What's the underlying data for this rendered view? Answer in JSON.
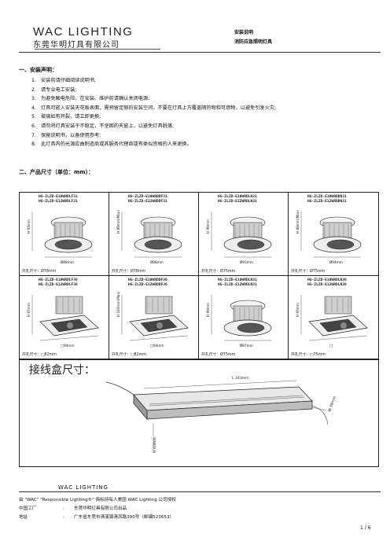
{
  "header": {
    "logo_en": "WAC LIGHTING",
    "logo_cn": "东莞华明灯具有限公司",
    "doc_title": "安装说明",
    "doc_subtitle": "消防应急照明灯具"
  },
  "section1": {
    "title": "一、安装声明：",
    "notes": [
      {
        "num": "1.",
        "text": "安装前请仔细阅读说明书;"
      },
      {
        "num": "2.",
        "text": "请专业电工安装;"
      },
      {
        "num": "3.",
        "text": "为避免触电危险，在安装、维护前请确认关闭电源;"
      },
      {
        "num": "4.",
        "text": "灯具可嵌入安装天花板表面，需预留足够的安装空间，不要在灯具上方覆盖隔热物和可燃物，以避免引发火灾;"
      },
      {
        "num": "5.",
        "text": "玻璃如有开裂，请立即更换;"
      },
      {
        "num": "6.",
        "text": "请勿将灯具安装于不稳定，不坚固的天窗上，以避免灯具脱落;"
      },
      {
        "num": "7.",
        "text": "保留说明书，以备使用参考;"
      },
      {
        "num": "8.",
        "text": "此灯具内的光源应由制造商或其服务代理商或有类似资格的人来更换。"
      }
    ]
  },
  "section2": {
    "title": "二、产品尺寸（单位：mm）："
  },
  "products": [
    {
      "models": [
        "HG-ZLZD-E10WRDLF31",
        "HG-ZLZD-E12WRDLF31"
      ],
      "cutout": "开孔尺寸：Ø78mm",
      "dims": [
        "H 93mm",
        "Ø88mm"
      ],
      "shape": "round"
    },
    {
      "models": [
        "HG-ZLZD-E10WRDDF31",
        "HG-ZLZD-E12WRDDF31"
      ],
      "cutout": "开孔尺寸：Ø78mm",
      "dims": [
        "H 89mm(Max)",
        "Ø88mm"
      ],
      "shape": "round"
    },
    {
      "models": [
        "HG-ZLZD-E10WRDLN31",
        "HG-ZLZD-E12WRDLN31"
      ],
      "cutout": "开孔尺寸：Ø75mm",
      "dims": [
        "H 99mm",
        "Ø93mm"
      ],
      "shape": "roundtilt"
    },
    {
      "models": [
        "HG-ZLZD-E10WRDDN31",
        "HG-ZLZD-E12WRDDN31"
      ],
      "cutout": "开孔尺寸：Ø75mm",
      "dims": [
        "H 88mm(Max)",
        "Ø94mm"
      ],
      "shape": "roundtilt"
    },
    {
      "models": [
        "HG-ZLZD-E10WRDLF36",
        "HG-ZLZD-E12WRDLF36"
      ],
      "cutout": "开孔尺寸：□82mm",
      "dims": [
        "H 97mm",
        "□94mm"
      ],
      "shape": "square"
    },
    {
      "models": [
        "HG-ZLZD-E10WRDDF36",
        "HG-ZLZD-E12WRDDF36"
      ],
      "cutout": "开孔尺寸：□82mm",
      "dims": [
        "H 103mm(Max)",
        "□94mm"
      ],
      "shape": "square"
    },
    {
      "models": [
        "HG-ZLZD-E10WRDLN31",
        "HG-ZLZD-E12WRDLN31"
      ],
      "cutout": "开孔尺寸：Ø75mm",
      "dims": [
        "H 99mm",
        "Ø87mm"
      ],
      "shape": "roundtilt"
    },
    {
      "models": [
        "HG-ZLZD-E10WRDLN36",
        "HG-ZLZD-E12WRDLN36"
      ],
      "cutout": "开孔尺寸：□75mm",
      "dims": [
        "H 95mm",
        "□"
      ],
      "shape": "squaretilt"
    }
  ],
  "junction": {
    "title": "接线盒尺寸：",
    "length": "L 343mm",
    "width": "W 38mm",
    "height": "H 40mm"
  },
  "footer": {
    "logo": "WAC LIGHTING",
    "tagline": "Responsible Lighting®",
    "trademark_line": "由 \"WAC\"  \"Responsible Lighting®\" 商标持有人美国 WAC Lighting 公司授权",
    "factory_label": "中国工厂",
    "factory_value": "东莞华明灯具有限公司出品",
    "address_label": "地址",
    "address_value": "广东省东莞市清溪镇清凤路390号（邮编523653）",
    "colon": ":",
    "page": "1 / 6"
  }
}
